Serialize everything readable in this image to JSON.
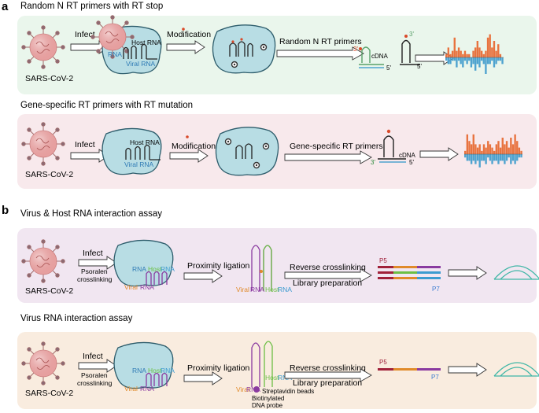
{
  "panels": {
    "a": {
      "letter": "a",
      "row1": {
        "title": "Random N RT primers with  RT stop",
        "virus": "SARS-CoV-2",
        "step1": "Infect",
        "host_rna": "Host RNA",
        "rna": "RNA",
        "viral_rna": "Viral RNA",
        "step2": "Modification",
        "step3": "Random N RT primers",
        "cdna": "cDNA",
        "end3": "3'",
        "end5": "5'",
        "end3b": "3'",
        "end5b": "5'"
      },
      "row2": {
        "title": "Gene-specific RT primers with RT mutation",
        "virus": "SARS-CoV-2",
        "step1": "Infect",
        "host_rna": "Host RNA",
        "viral_rna": "Viral RNA",
        "step2": "Modification",
        "step3": "Gene-specific  RT primers",
        "cdna": "cDNA",
        "end3": "3'",
        "end5": "5'"
      }
    },
    "b": {
      "letter": "b",
      "row1": {
        "title": "Virus & Host RNA interaction assay",
        "virus": "SARS-CoV-2",
        "step1": "Infect",
        "sub1a": "Psoralen",
        "sub1b": "crosslinking",
        "rna": "RNA",
        "host": "Host",
        "host_rna": "RNA",
        "viral": "Viral",
        "viral_rna": "RNA",
        "step2": "Proximity ligation",
        "lig_viral": "Viral",
        "lig_viral_rna": "RNA",
        "lig_host": "Host",
        "lig_host_rna": "RNA",
        "step3": "Reverse crosslinking",
        "step4": "Library preparation",
        "p5": "P5",
        "p7": "P7"
      },
      "row2": {
        "title": "Virus RNA interaction assay",
        "virus": "SARS-CoV-2",
        "step1": "Infect",
        "sub1a": "Psoralen",
        "sub1b": "crosslinking",
        "rna": "RNA",
        "host": "Host",
        "host_rna": "RNA",
        "viral": "Viral",
        "viral_rna": "RNA",
        "step2": "Proximity ligation",
        "lig_viral": "Viral",
        "lig_viral_rna": "RNA",
        "lig_host": "Host",
        "lig_host_rna": "RNA",
        "beads": "Streptavidin beads",
        "probe1": "Biotinylated",
        "probe2": "DNA probe",
        "step3": "Reverse crosslinking",
        "step4": "Library preparation",
        "p5": "P5",
        "p7": "P7"
      }
    }
  },
  "colors": {
    "panel_green": "#eaf6ec",
    "panel_pink": "#f8e9ec",
    "panel_lilac": "#f1e6f1",
    "panel_peach": "#f9ecdf",
    "cell": "#b8dde4",
    "virus": "#e59a9a",
    "orange": "#e8733f",
    "blue": "#4ea3cf",
    "viral_orange": "#e08a2a",
    "viral_purple": "#8a3aa0",
    "host_green": "#6cbf45",
    "host_blue": "#3c9bd0",
    "p5": "#a0213a",
    "p7": "#3c7bd0",
    "teal": "#3fb6a6"
  },
  "chart_data": [
    {
      "type": "bar",
      "series": [
        {
          "values": [
            1,
            3,
            1,
            2,
            6,
            2,
            3,
            2,
            1,
            2,
            1,
            1,
            0,
            2,
            3,
            5,
            3,
            2,
            1,
            2,
            6,
            7,
            3,
            5,
            2,
            4,
            1,
            0
          ]
        },
        {
          "values": [
            -1,
            -2,
            -2,
            -1,
            -1,
            -3,
            -1,
            -2,
            -3,
            -1,
            -2,
            -1,
            -3,
            -2,
            -4,
            -2,
            -3,
            -1,
            -2,
            -5,
            -2,
            -2,
            -1,
            -3,
            -2,
            -1,
            -1,
            -2
          ]
        }
      ]
    },
    {
      "type": "bar",
      "series": [
        {
          "values": [
            1,
            6,
            4,
            3,
            6,
            3,
            2,
            3,
            1,
            3,
            2,
            4,
            3,
            2,
            1,
            3,
            4,
            2,
            5,
            3,
            4,
            2,
            5,
            3,
            6,
            4,
            2,
            1
          ]
        },
        {
          "values": [
            -1,
            -2,
            -2,
            -3,
            -2,
            -3,
            -2,
            -4,
            -2,
            -2,
            -3,
            -1,
            -2,
            -3,
            -2,
            -2,
            -3,
            -2,
            -2,
            -3,
            -2,
            -1,
            -3,
            -2,
            -3,
            -2,
            -1,
            -1
          ]
        }
      ]
    }
  ]
}
